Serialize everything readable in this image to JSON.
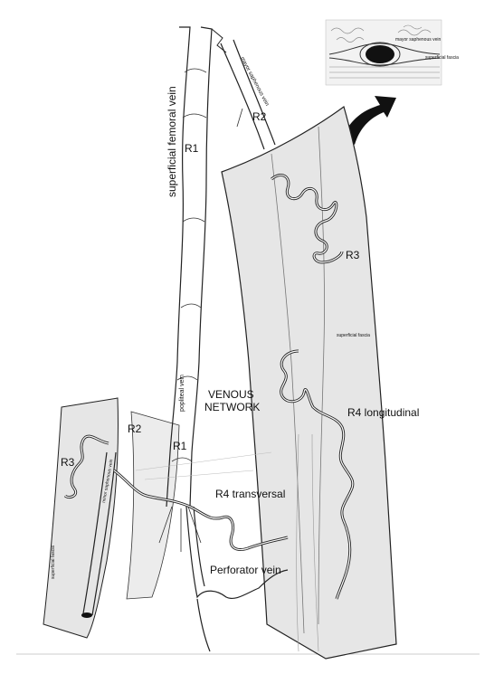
{
  "labels": {
    "superficial_femoral_vein": "superficial femoral vein",
    "r1_upper": "R1",
    "r1_lower": "R1",
    "mayor_saphenous_vein": "mayor saphenous vein",
    "r2_upper": "R2",
    "r2_lower": "R2",
    "r3_right": "R3",
    "r3_left": "R3",
    "popliteal_vein": "popliteal vein",
    "venous_network_line1": "VENOUS",
    "venous_network_line2": "NETWORK",
    "superficial_fascia_right": "superficial fascia",
    "r4_longitudinal": "R4 longitudinal",
    "r4_transversal": "R4 transversal",
    "perforator_vein": "Perforator vein",
    "minor_saphenous_vein": "minor saphenous vein",
    "superficial_fascia_left": "superficial fascia",
    "inset_mayor_saphenous_vein": "mayor saphenous vein",
    "inset_superficial_fascia": "superficial fascia"
  }
}
